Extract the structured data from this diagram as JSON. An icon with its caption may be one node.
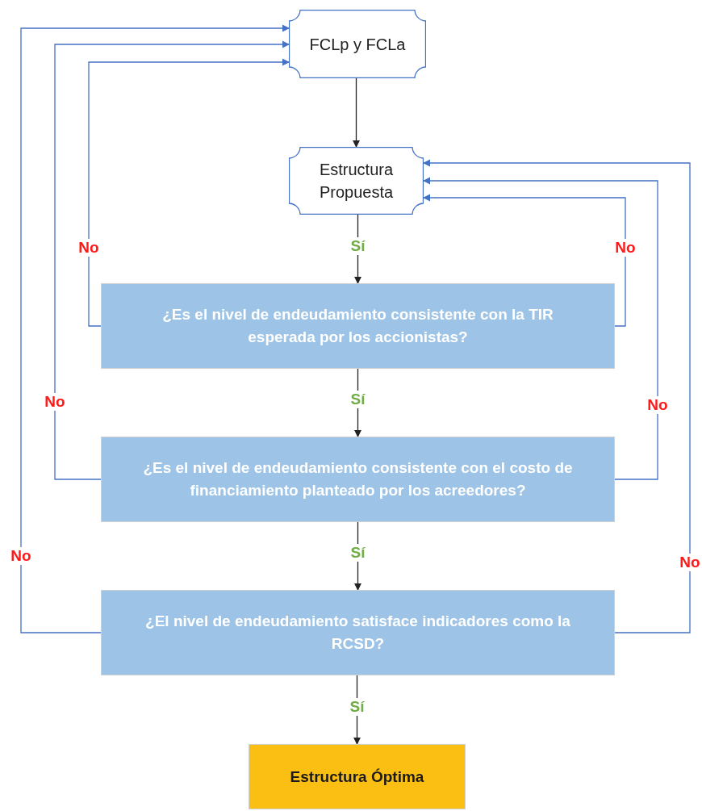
{
  "diagram": {
    "nodes": [
      {
        "text": [
          "FCLp y FCLa"
        ]
      },
      {
        "text": [
          "Estructura Propuesta"
        ]
      },
      {
        "text": [
          "¿Es el nivel de endeudamiento consistente con la TIR esperada por los accionistas?"
        ]
      },
      {
        "text": [
          "¿Es el nivel de endeudamiento consistente con el costo de financiamiento planteado por los acreedores?"
        ]
      },
      {
        "text": [
          "¿El nivel de endeudamiento satisface indicadores como la RCSD?"
        ]
      },
      {
        "text": [
          "Estructura Óptima"
        ]
      }
    ],
    "edges": [
      {
        "from": 0,
        "to": 1,
        "arrow": "to",
        "color": "#222222"
      },
      {
        "from": 1,
        "to": 2,
        "arrow": "to",
        "label": "Sí",
        "color": "#222222"
      },
      {
        "from": 2,
        "to": 3,
        "arrow": "to",
        "label": "Sí",
        "color": "#222222"
      },
      {
        "from": 3,
        "to": 4,
        "arrow": "to",
        "label": "Sí",
        "color": "#222222"
      },
      {
        "from": 4,
        "to": 5,
        "arrow": "to",
        "label": "Sí",
        "color": "#222222"
      },
      {
        "from": 2,
        "to": 0,
        "arrow": "to",
        "label": "No"
      },
      {
        "from": 3,
        "to": 0,
        "arrow": "to",
        "label": "No"
      },
      {
        "from": 4,
        "to": 0,
        "arrow": "to",
        "label": "No"
      },
      {
        "from": 2,
        "to": 1,
        "arrow": "to",
        "label": "No"
      },
      {
        "from": 3,
        "to": 1,
        "arrow": "to",
        "label": "No"
      },
      {
        "from": 4,
        "to": 1,
        "arrow": "to",
        "label": "No"
      }
    ]
  }
}
